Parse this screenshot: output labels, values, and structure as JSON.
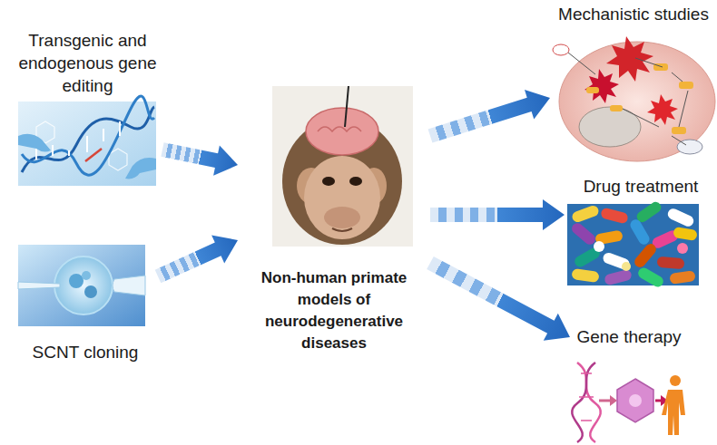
{
  "diagram": {
    "nodes": [
      {
        "text": [
          "Transgenic and endogenous gene editing"
        ]
      },
      {
        "text": [
          "SCNT cloning"
        ]
      },
      {
        "text": [
          "Non-human primate models of neurodegenerative diseases"
        ]
      },
      {
        "text": [
          "Mechanistic studies"
        ]
      },
      {
        "text": [
          "Drug treatment"
        ]
      },
      {
        "text": [
          "Gene therapy"
        ]
      }
    ],
    "edges": [
      {
        "from": 0,
        "to": 2,
        "arrow": "to"
      },
      {
        "from": 1,
        "to": 2,
        "arrow": "to"
      },
      {
        "from": 2,
        "to": 3,
        "arrow": "to"
      },
      {
        "from": 2,
        "to": 4,
        "arrow": "to"
      },
      {
        "from": 2,
        "to": 5,
        "arrow": "to"
      }
    ]
  }
}
